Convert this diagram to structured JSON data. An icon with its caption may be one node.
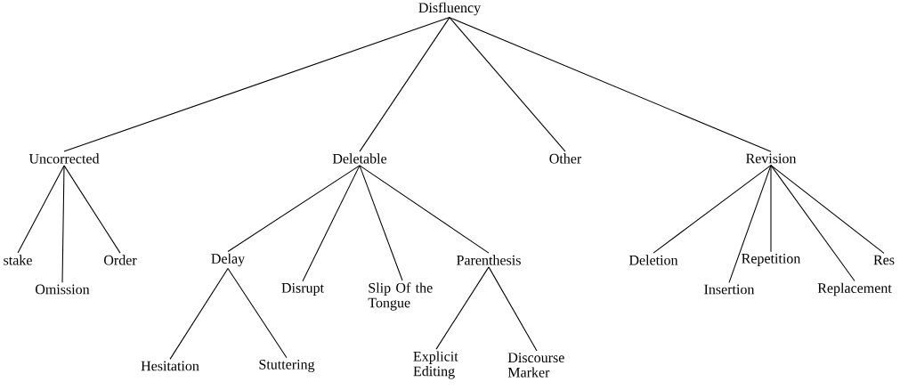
{
  "diagram": {
    "nodes": [
      {
        "text": [
          "Disfluency"
        ]
      },
      {
        "text": [
          "Uncorrected"
        ]
      },
      {
        "text": [
          "Deletable"
        ]
      },
      {
        "text": [
          "Other"
        ]
      },
      {
        "text": [
          "Revision"
        ]
      },
      {
        "text": [
          "stake"
        ]
      },
      {
        "text": [
          "Omission"
        ]
      },
      {
        "text": [
          "Order"
        ]
      },
      {
        "text": [
          "Delay"
        ]
      },
      {
        "text": [
          "Disrupt"
        ]
      },
      {
        "text": [
          "Slip Of the Tongue"
        ]
      },
      {
        "text": [
          "Parenthesis"
        ]
      },
      {
        "text": [
          "Deletion"
        ]
      },
      {
        "text": [
          "Insertion"
        ]
      },
      {
        "text": [
          "Repetition"
        ]
      },
      {
        "text": [
          "Replacement"
        ]
      },
      {
        "text": [
          "Res"
        ]
      },
      {
        "text": [
          "Hesitation"
        ]
      },
      {
        "text": [
          "Stuttering"
        ]
      },
      {
        "text": [
          "Explicit Editing"
        ]
      },
      {
        "text": [
          "Discourse Marker"
        ]
      }
    ],
    "edges": [
      {
        "from": 0,
        "to": 1,
        "arrow": "none"
      },
      {
        "from": 0,
        "to": 2,
        "arrow": "none"
      },
      {
        "from": 0,
        "to": 3,
        "arrow": "none"
      },
      {
        "from": 0,
        "to": 4,
        "arrow": "none"
      },
      {
        "from": 1,
        "to": 5,
        "arrow": "none"
      },
      {
        "from": 1,
        "to": 6,
        "arrow": "none"
      },
      {
        "from": 1,
        "to": 7,
        "arrow": "none"
      },
      {
        "from": 2,
        "to": 8,
        "arrow": "none"
      },
      {
        "from": 2,
        "to": 9,
        "arrow": "none"
      },
      {
        "from": 2,
        "to": 10,
        "arrow": "none"
      },
      {
        "from": 2,
        "to": 11,
        "arrow": "none"
      },
      {
        "from": 4,
        "to": 12,
        "arrow": "none"
      },
      {
        "from": 4,
        "to": 13,
        "arrow": "none"
      },
      {
        "from": 4,
        "to": 14,
        "arrow": "none"
      },
      {
        "from": 4,
        "to": 15,
        "arrow": "none"
      },
      {
        "from": 4,
        "to": 16,
        "arrow": "none"
      },
      {
        "from": 8,
        "to": 17,
        "arrow": "none"
      },
      {
        "from": 8,
        "to": 18,
        "arrow": "none"
      },
      {
        "from": 11,
        "to": 19,
        "arrow": "none"
      },
      {
        "from": 11,
        "to": 20,
        "arrow": "none"
      }
    ]
  }
}
